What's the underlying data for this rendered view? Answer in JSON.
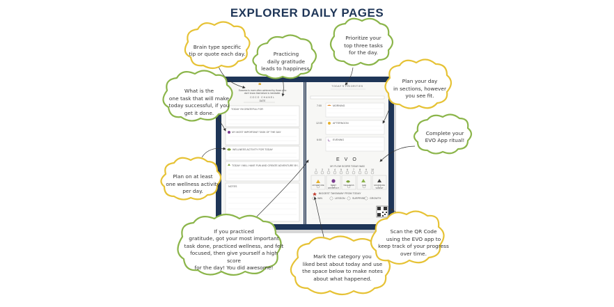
{
  "title": "EXPLORER DAILY PAGES",
  "callouts": {
    "brain_tip": "Brain type specific\ntip or quote each day.",
    "gratitude": "Practicing\ndaily gratitude\nleads to happiness.",
    "prioritize": "Prioritize your\ntop three tasks\nfor the day.",
    "one_task": "What is the\none task that will make\ntoday successful, if you\nget it done.",
    "plan_day": "Plan your day\nin sections, however\nyou see fit.",
    "evo_ritual": "Complete your\nEVO App ritual!",
    "wellness": "Plan on at least\none wellness activity\nper day.",
    "high_score": "If you practiced\ngratitude, got your most important\ntask done, practiced wellness, and felt\nfocused, then give yourself a high score\nfor the day! You did awesome!",
    "category": "Mark the category you\nliked best about today and use\nthe space below to make notes\nabout what happened.",
    "qr": "Scan the QR Code\nusing the EVO app to\nkeep track of your progress\nover time."
  },
  "left_page": {
    "quote": "Success is more often achieved by those who\ndon't know that failure is inevitable.",
    "quote_author": "COCO CHANEL",
    "date_label": "DATE",
    "grateful": "TODAY I'M GRATEFUL FOR",
    "important_task": "MY MOST IMPORTANT TASK OF THE DAY",
    "wellness": "WELLNESS ACTIVITY FOR TODAY",
    "adventure": "TODAY I WILL HAVE FUN AND CREATE ADVENTURE BY...",
    "notes": "NOTES"
  },
  "right_page": {
    "priorities": "TODAY'S PRIORITIES",
    "sections": [
      {
        "time": "7:00",
        "label": "MORNING"
      },
      {
        "time": "12:00",
        "label": "AFTERNOON"
      },
      {
        "time": "6:00",
        "label": "EVENING"
      }
    ],
    "evo_letters": "EVO",
    "flow_score": "MY FLOW SCORE TODAY WAS",
    "score_numbers": [
      "1",
      "2",
      "3",
      "4",
      "5",
      "6",
      "7",
      "8",
      "9",
      "10"
    ],
    "categories": [
      "ADVENTURE",
      "MOST IMPORTANT",
      "WELLNESS",
      "FUN",
      "GRATITUDE WALLET"
    ],
    "biggest": "BIGGEST TAKEAWAY FROM TODAY",
    "options": [
      "WIN",
      "LESSON",
      "SURPRISE",
      "GROWTH"
    ]
  },
  "colors": {
    "navy": "#1e3557",
    "cloud_green": "#8bb54a",
    "cloud_yellow": "#e6c235",
    "accent_purple": "#7a3b8f",
    "accent_orange": "#e58a2c",
    "accent_green": "#7ea33a"
  }
}
